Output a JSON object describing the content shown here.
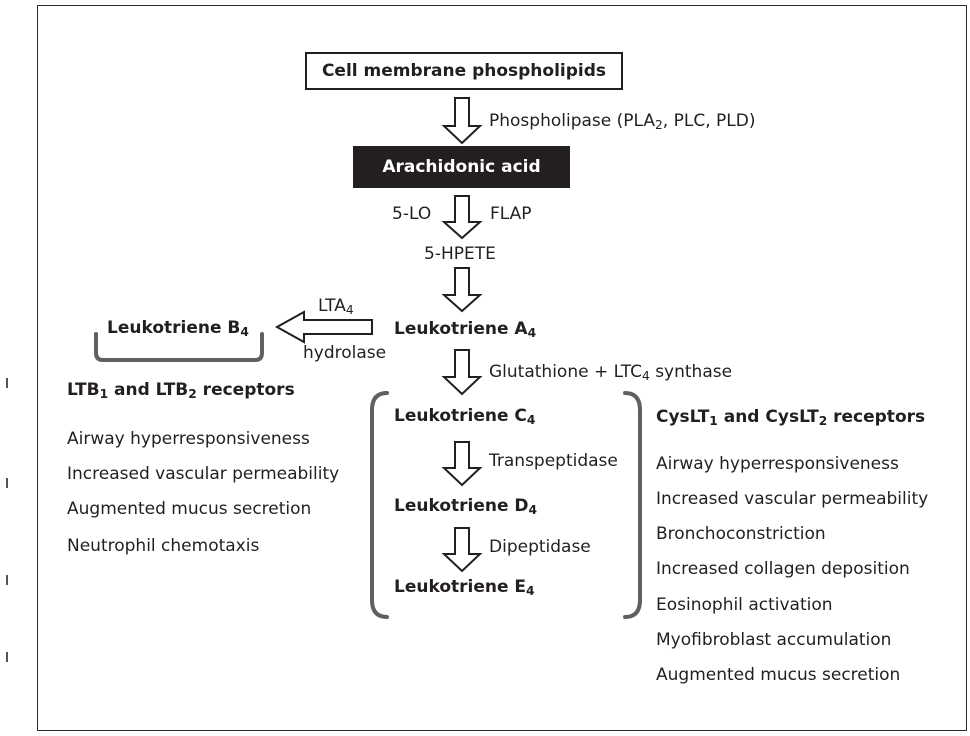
{
  "top_box": "Cell membrane phospholipids",
  "phospholipase": {
    "text": "Phospholipase (PLA",
    "sub": "2",
    "rest": ", PLC, PLD)"
  },
  "arachidonic_acid": "Arachidonic acid",
  "five_lo": "5-LO",
  "flap": "FLAP",
  "hpete": "5-HPETE",
  "lta4_hydrolase": {
    "text": "LTA",
    "sub": "4",
    "line2": "hydrolase"
  },
  "leukotriene_a": {
    "text": "Leukotriene A",
    "sub": "4"
  },
  "leukotriene_b": {
    "text": "Leukotriene B",
    "sub": "4"
  },
  "glutathione": {
    "text": "Glutathione + LTC",
    "sub": "4",
    "rest": " synthase"
  },
  "leukotriene_c": {
    "text": "Leukotriene C",
    "sub": "4"
  },
  "transpeptidase": "Transpeptidase",
  "leukotriene_d": {
    "text": "Leukotriene D",
    "sub": "4"
  },
  "dipeptidase": "Dipeptidase",
  "leukotriene_e": {
    "text": "Leukotriene E",
    "sub": "4"
  },
  "ltb_receptors": {
    "a": "LTB",
    "a_sub": "1",
    "mid": " and LTB",
    "b_sub": "2",
    "rest": " receptors"
  },
  "ltb_effects": [
    "Airway hyperresponsiveness",
    "Increased vascular permeability",
    "Augmented mucus secretion",
    "Neutrophil chemotaxis"
  ],
  "cyslt_receptors": {
    "a": "CysLT",
    "a_sub": "1",
    "mid": " and CysLT",
    "b_sub": "2",
    "rest": " receptors"
  },
  "cyslt_effects": [
    "Airway hyperresponsiveness",
    "Increased vascular permeability",
    "Bronchoconstriction",
    "Increased collagen deposition",
    "Eosinophil activation",
    "Myofibroblast accumulation",
    "Augmented mucus secretion"
  ]
}
